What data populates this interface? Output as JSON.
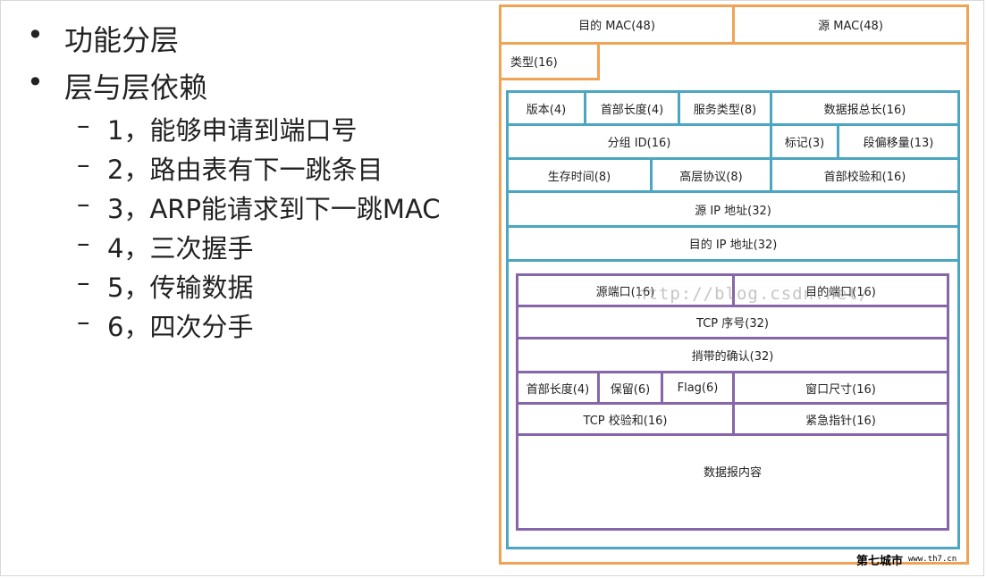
{
  "bullets": [
    {
      "text": "功能分层"
    },
    {
      "text": "层与层依赖",
      "sub": [
        "1，能够申请到端口号",
        "2，路由表有下一跳条目",
        "3，ARP能请求到下一跳MAC",
        "4，三次握手",
        "5，传输数据",
        "6，四次分手"
      ]
    }
  ],
  "glyphs": {
    "bullet": "•",
    "dash": "–"
  },
  "ethernet": {
    "dst_mac": "目的 MAC(48)",
    "src_mac": "源 MAC(48)",
    "type": "类型(16)"
  },
  "ip": {
    "version": "版本(4)",
    "ihl": "首部长度(4)",
    "tos": "服务类型(8)",
    "total_length": "数据报总长(16)",
    "id": "分组 ID(16)",
    "flags": "标记(3)",
    "frag_offset": "段偏移量(13)",
    "ttl": "生存时间(8)",
    "protocol": "高层协议(8)",
    "checksum": "首部校验和(16)",
    "src_ip": "源 IP 地址(32)",
    "dst_ip": "目的 IP 地址(32)"
  },
  "tcp": {
    "src_port": "源端口(16)",
    "dst_port": "目的端口(16)",
    "seq": "TCP 序号(32)",
    "ack": "捎带的确认(32)",
    "hlen": "首部长度(4)",
    "reserved": "保留(6)",
    "flag": "Flag(6)",
    "window": "窗口尺寸(16)",
    "checksum": "TCP 校验和(16)",
    "urgent": "紧急指针(16)",
    "payload": "数据报内容"
  },
  "watermark": "http://blog.csdn.net/",
  "logo": {
    "name": "第七城市",
    "url": "www.th7.cn"
  },
  "colors": {
    "ethernet": "#f0a255",
    "ip": "#4aa6c1",
    "tcp": "#8666a8"
  }
}
